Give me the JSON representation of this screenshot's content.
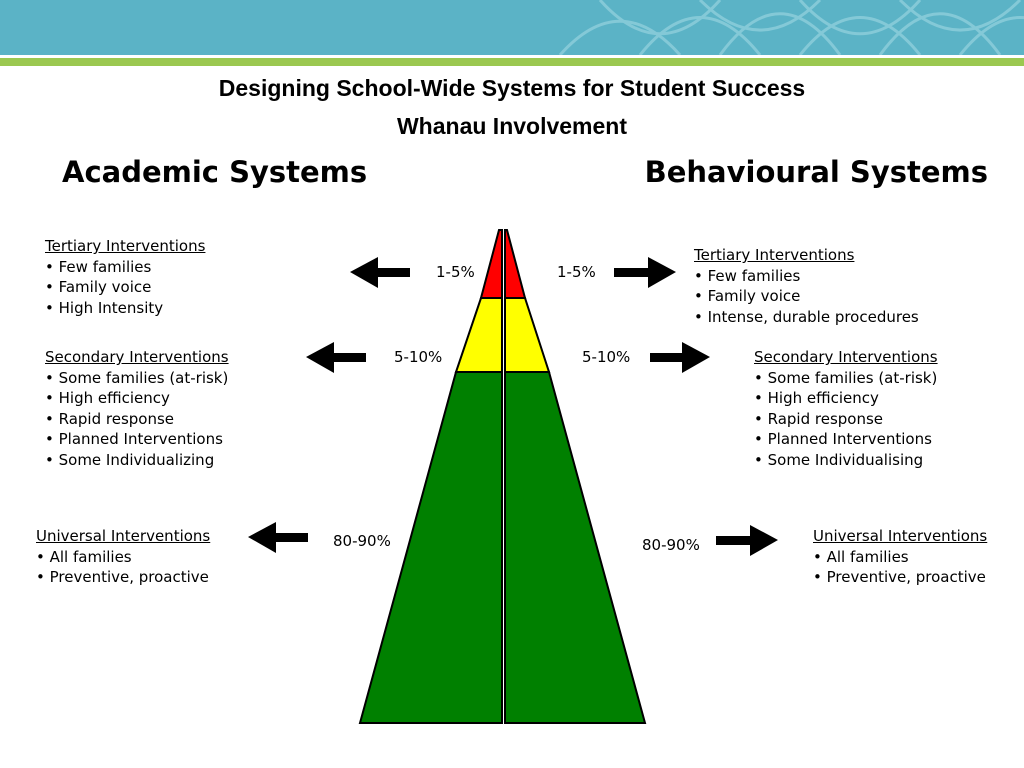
{
  "slide": {
    "title_line1": "Designing School-Wide Systems for Student Success",
    "title_line2": "Whanau Involvement"
  },
  "academic": {
    "heading": "Academic Systems",
    "tertiary": {
      "title": "Tertiary Interventions",
      "items": [
        "• Few families",
        "• Family voice",
        "• High Intensity"
      ],
      "percent": "1-5%"
    },
    "secondary": {
      "title": "Secondary Interventions",
      "items": [
        "• Some families (at-risk)",
        "• High efficiency",
        "• Rapid response",
        "• Planned Interventions",
        "• Some Individualizing"
      ],
      "percent": "5-10%"
    },
    "universal": {
      "title": "Universal Interventions",
      "items": [
        "• All families",
        "• Preventive,  proactive"
      ],
      "percent": "80-90%"
    }
  },
  "behavioural": {
    "heading": "Behavioural Systems",
    "tertiary": {
      "title": "Tertiary Interventions",
      "items": [
        "• Few families",
        "• Family voice",
        "• Intense, durable procedures"
      ],
      "percent": "1-5%"
    },
    "secondary": {
      "title": "Secondary Interventions",
      "items": [
        "• Some families (at-risk)",
        "• High efficiency",
        "• Rapid response",
        "•  Planned Interventions",
        "•  Some Individualising"
      ],
      "percent": "5-10%"
    },
    "universal": {
      "title": "Universal Interventions",
      "items": [
        "• All families",
        "• Preventive,  proactive"
      ],
      "percent": "80-90%"
    }
  },
  "colors": {
    "banner": "#5bb3c6",
    "accent_line": "#9bc850",
    "tier_tertiary": "#ff0000",
    "tier_secondary": "#ffff00",
    "tier_universal": "#008000"
  }
}
